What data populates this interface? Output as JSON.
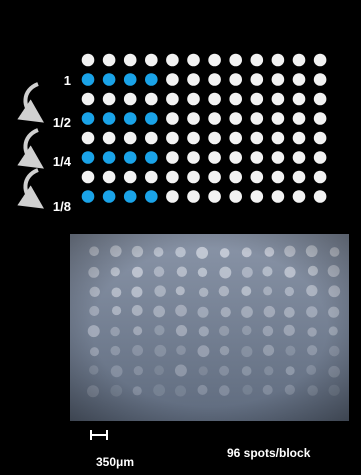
{
  "layout_grid": {
    "rows": 8,
    "columns": 12,
    "highlighted_rows": [
      1,
      3,
      5,
      7
    ],
    "highlighted_columns": [
      0,
      1,
      2,
      3
    ],
    "colors": {
      "default_dot": "#f2f2f2",
      "highlight_dot": "#1aa3e8",
      "background": "#000000"
    }
  },
  "dilution_labels": [
    "1",
    "1/2",
    "1/4",
    "1/8"
  ],
  "photo": {
    "rows": 8,
    "columns": 12,
    "colors": {
      "background_top": "#8a95a8",
      "background_bottom": "#5f6b7e",
      "spot": "#d9dde6"
    }
  },
  "scale_bar": {
    "label": "350μm"
  },
  "spots_caption": "96 spots/block"
}
